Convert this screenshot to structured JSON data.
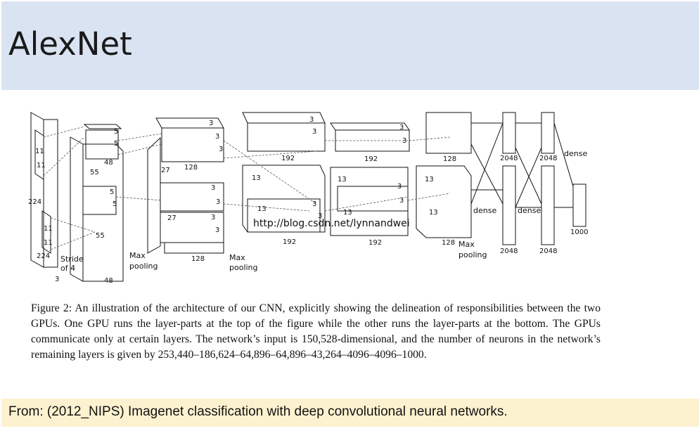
{
  "title": "AlexNet",
  "diagram": {
    "input_dims": [
      "224",
      "224",
      "3"
    ],
    "kernel_dims": [
      "11",
      "11"
    ],
    "stride_label": "Stride\nof 4",
    "conv1_dims": [
      "55",
      "55",
      "48"
    ],
    "conv1_kernels": [
      "5",
      "5"
    ],
    "conv2_dims": [
      "27",
      "27",
      "128"
    ],
    "conv2_kernels": [
      "3",
      "3"
    ],
    "conv3_dims": [
      "13",
      "13",
      "192"
    ],
    "conv4_dims": [
      "13",
      "192"
    ],
    "conv5_dims": [
      "13",
      "13",
      "128"
    ],
    "kernel_3": "3",
    "top_depths": [
      "48",
      "128",
      "192",
      "192",
      "128"
    ],
    "bottom_depths": [
      "48",
      "128",
      "192",
      "192",
      "128"
    ],
    "max_pooling": "Max\npooling",
    "dense": "dense",
    "fc_sizes": [
      "2048",
      "2048",
      "2048",
      "2048",
      "1000"
    ],
    "watermark": "http://blog.csdn.net/lynnandwei"
  },
  "caption": "Figure 2: An illustration of the architecture of our CNN, explicitly showing the delineation of responsibilities between the two GPUs. One GPU runs the layer-parts at the top of the figure while the other runs the layer-parts at the bottom. The GPUs communicate only at certain layers. The network’s input is 150,528-dimensional, and the number of neurons in the network’s remaining layers is given by 253,440–186,624–64,896–64,896–43,264–4096–4096–1000.",
  "source": "From: (2012_NIPS) Imagenet classification with deep convolutional neural networks."
}
